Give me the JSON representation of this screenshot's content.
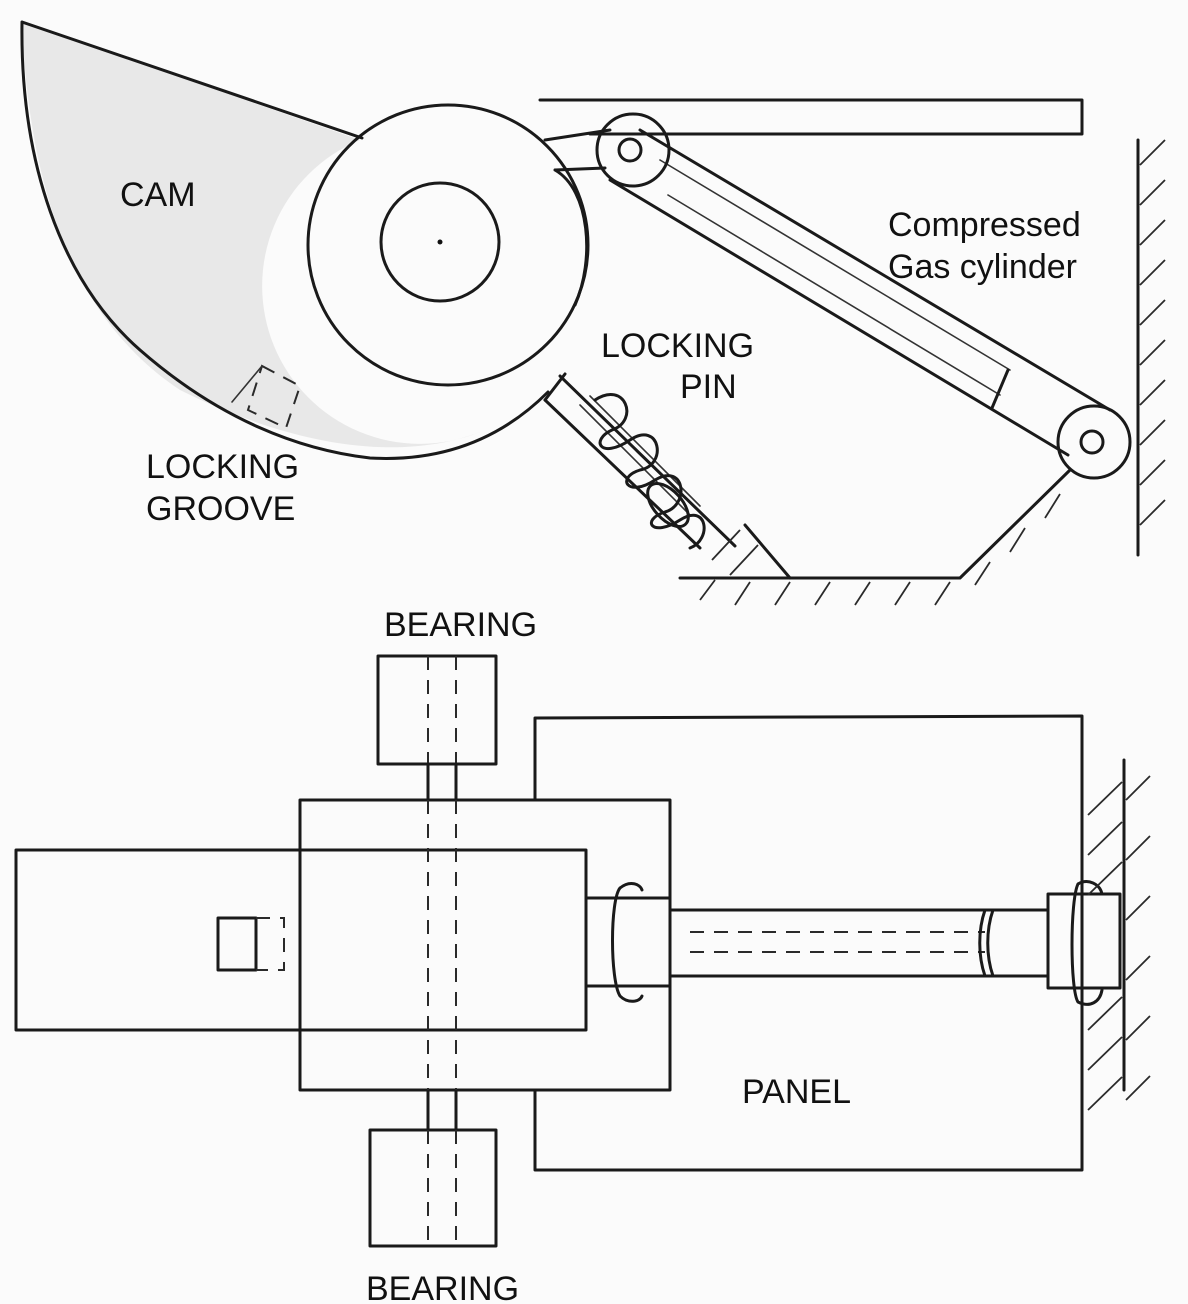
{
  "labels": {
    "cam": "CAM",
    "compressed_line1": "Compressed",
    "compressed_line2": "Gas cylinder",
    "locking_pin_line1": "LOCKING",
    "locking_pin_line2": "PIN",
    "locking_groove_line1": "LOCKING",
    "locking_groove_line2": "GROOVE",
    "bearing_top": "BEARING",
    "panel": "PANEL",
    "bearing_bottom": "BEARING"
  }
}
